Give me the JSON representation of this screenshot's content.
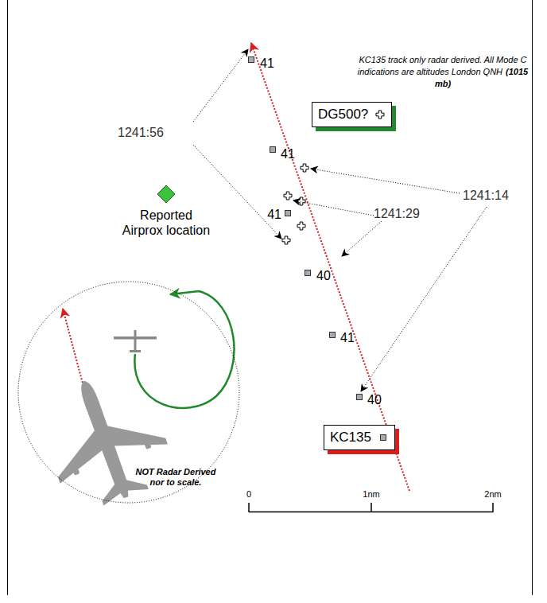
{
  "diagram": {
    "nodes": [
      {
        "text": [
          "DG500?"
        ]
      },
      {
        "text": [
          "Reported Airprox location"
        ]
      },
      {
        "text": [
          "NOT Radar Derived nor to scale."
        ]
      },
      {
        "text": [
          "KC135"
        ]
      }
    ],
    "labels": [
      "KC135 track only radar derived. All Mode C indications are altitudes London QNH",
      "(1015 mb)",
      "41",
      "1241:56",
      "41",
      "1241:14",
      "1241:29",
      "41",
      "40",
      "41",
      "40",
      "0",
      "1nm",
      "2nm"
    ]
  }
}
